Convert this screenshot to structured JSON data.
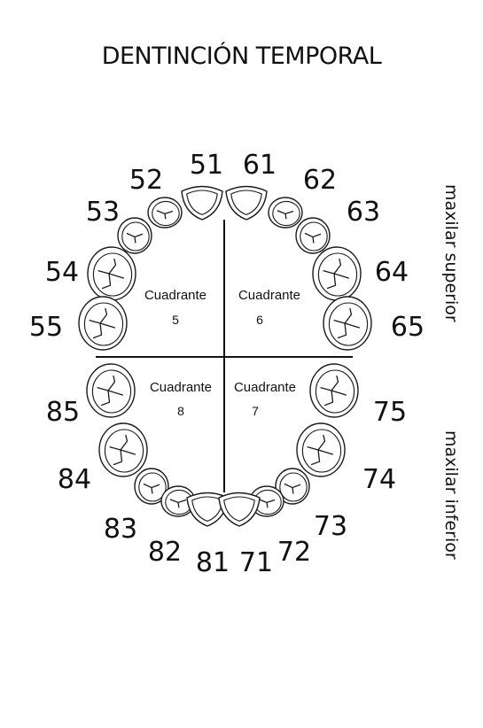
{
  "title": "DENTINCIÓN TEMPORAL",
  "side_labels": {
    "upper": "maxilar superior",
    "lower": "maxilar inferior"
  },
  "quadrants": [
    {
      "id": "q5",
      "label": "Cuadrante",
      "number": "5"
    },
    {
      "id": "q6",
      "label": "Cuadrante",
      "number": "6"
    },
    {
      "id": "q8",
      "label": "Cuadrante",
      "number": "8"
    },
    {
      "id": "q7",
      "label": "Cuadrante",
      "number": "7"
    }
  ],
  "teeth": [
    {
      "code": "51",
      "type": "incisor"
    },
    {
      "code": "52",
      "type": "lateral"
    },
    {
      "code": "53",
      "type": "canine"
    },
    {
      "code": "54",
      "type": "molar"
    },
    {
      "code": "55",
      "type": "molar"
    },
    {
      "code": "61",
      "type": "incisor"
    },
    {
      "code": "62",
      "type": "lateral"
    },
    {
      "code": "63",
      "type": "canine"
    },
    {
      "code": "64",
      "type": "molar"
    },
    {
      "code": "65",
      "type": "molar"
    },
    {
      "code": "85",
      "type": "molar"
    },
    {
      "code": "84",
      "type": "molar"
    },
    {
      "code": "83",
      "type": "canine"
    },
    {
      "code": "82",
      "type": "lateral"
    },
    {
      "code": "81",
      "type": "incisor"
    },
    {
      "code": "75",
      "type": "molar"
    },
    {
      "code": "74",
      "type": "molar"
    },
    {
      "code": "73",
      "type": "canine"
    },
    {
      "code": "72",
      "type": "lateral"
    },
    {
      "code": "71",
      "type": "incisor"
    }
  ]
}
